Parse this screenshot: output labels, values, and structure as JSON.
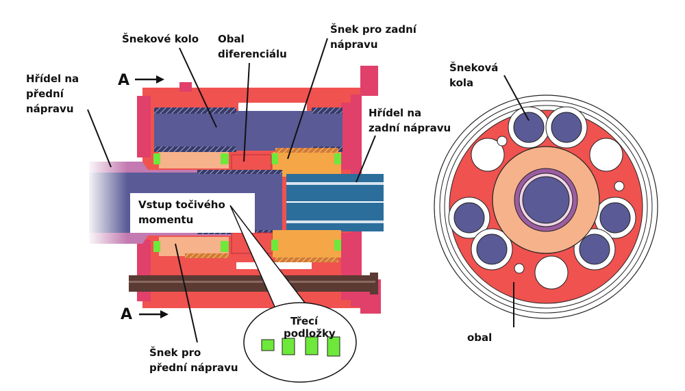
{
  "labels": {
    "front_shaft": [
      "Hřídel na",
      "přední",
      "nápravu"
    ],
    "worm_wheel": "Šnekové kolo",
    "diff_housing": [
      "Obal",
      "diferenciálu"
    ],
    "rear_worm": [
      "Šnek pro zadní",
      "nápravu"
    ],
    "rear_shaft": [
      "Hřídel na",
      "zadní nápravu"
    ],
    "torque_input": [
      "Vstup točivého",
      "momentu"
    ],
    "front_worm": [
      "Šnek pro",
      "přední nápravu"
    ],
    "friction_pads": [
      "Třecí",
      "podložky"
    ],
    "section_mark": "A",
    "worm_wheels": [
      "Šneková",
      "kola"
    ],
    "housing": "obal"
  },
  "colors": {
    "housing_red": "#f0524f",
    "housing_pink": "#e0406a",
    "worm_wheel_blue": "#5a5a96",
    "worm_salmon": "#f6b28a",
    "worm_orange": "#f5a646",
    "shaft_mauve": "#c27ab0",
    "shaft_blue": "#2b6e9c",
    "pad_green": "#6ee83a",
    "bolt_brown": "#5b3a34"
  }
}
